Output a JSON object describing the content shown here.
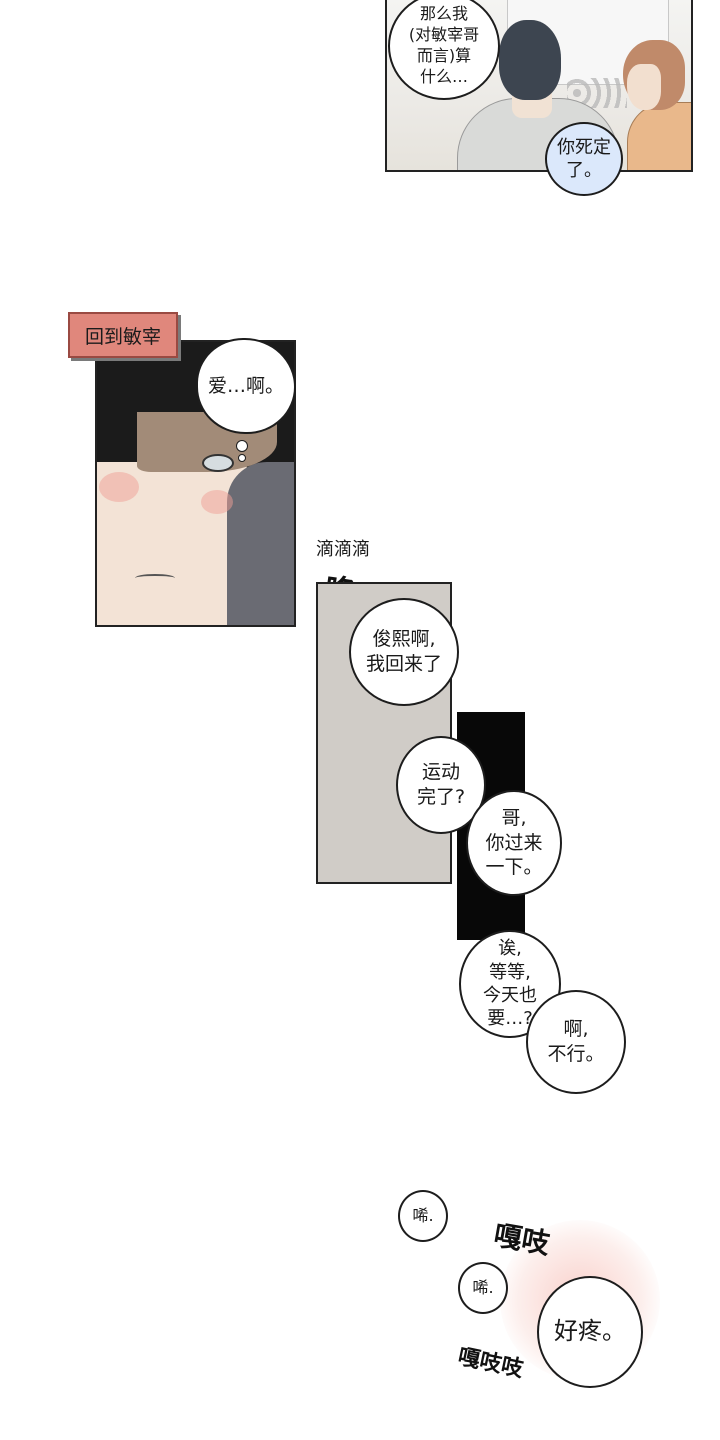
{
  "panel1": {
    "bubble_top": "那么我\n(对敏宰哥\n而言)算\n什么…",
    "bubble_blue": "你死定\n了。"
  },
  "panel2": {
    "caption": "回到敏宰",
    "thought": "爱…啊。"
  },
  "sfx": {
    "beep": "滴滴滴",
    "dong": "咚",
    "creak1": "嘎吱",
    "creak2": "嘎吱吱",
    "pant1": "唏.",
    "pant2": "唏."
  },
  "dialogue": {
    "back_home": "俊熙啊,\n我回来了",
    "exercise": "运动\n完了?",
    "come_here": "哥,\n你过来\n一下。",
    "wait": "诶,\n等等,\n今天也\n要…?",
    "no": "啊,\n不行。",
    "hurts": "好疼。"
  },
  "colors": {
    "caption_bg": "#e0877c",
    "blue_bubble": "#dbe8fb",
    "grey_panel": "#d0ccc7",
    "black_panel": "#080808"
  }
}
